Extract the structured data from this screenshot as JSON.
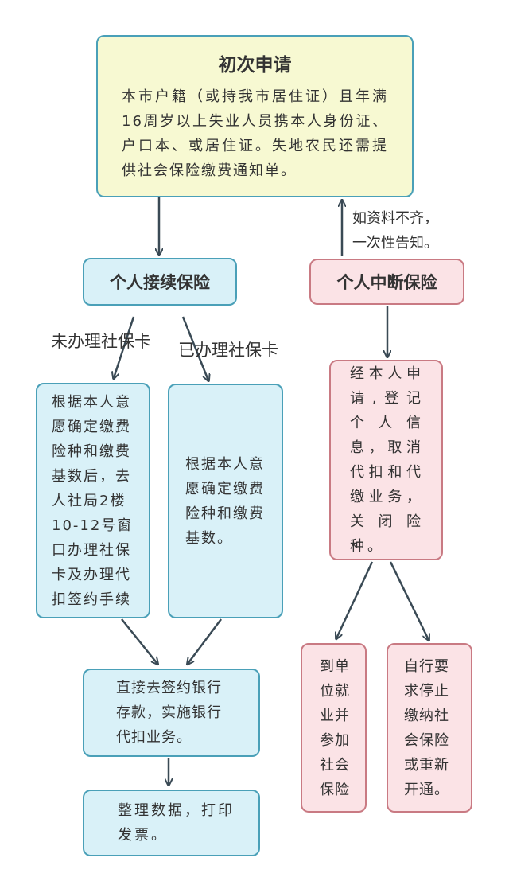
{
  "first_apply": {
    "title": "初次申请",
    "body": "本市户籍（或持我市居住证）且年满16周岁以上失业人员携本人身份证、户口本、或居住证。失地农民还需提供社会保险缴费通知单。"
  },
  "incomplete_note": {
    "line1": "如资料不齐，",
    "line2": "一次性告知。"
  },
  "personal_continue": {
    "title": "个人接续保险"
  },
  "personal_interrupt": {
    "title": "个人中断保险"
  },
  "branch_no_card": {
    "label": "未办理社保卡"
  },
  "branch_has_card": {
    "label": "已办理社保卡"
  },
  "no_card_box": {
    "body": "根据本人意愿确定缴费险种和缴费基数后，去人社局2楼10-12号窗口办理社保卡及办理代扣签约手续"
  },
  "has_card_box": {
    "body": "根据本人意愿确定缴费险种和缴费基数。"
  },
  "interrupt_box": {
    "body": "经本人申请,登记个人信息，取消代扣和代缴业务，关闭险种。"
  },
  "bank_box": {
    "body": "直接去签约银行存款，实施银行代扣业务。"
  },
  "print_box": {
    "body": "整理数据，打印发票。"
  },
  "employer_box": {
    "body": "到单位就业并参加社会保险"
  },
  "stop_box": {
    "body": "自行要求停止缴纳社会保险或重新开通。"
  },
  "colors": {
    "yellow_fill": "#f7f9d2",
    "blue_fill": "#d9f1f8",
    "blue_border": "#4aa0b8",
    "pink_fill": "#fbe3e6",
    "pink_border": "#c97a83",
    "arrow": "#3a4a55"
  }
}
